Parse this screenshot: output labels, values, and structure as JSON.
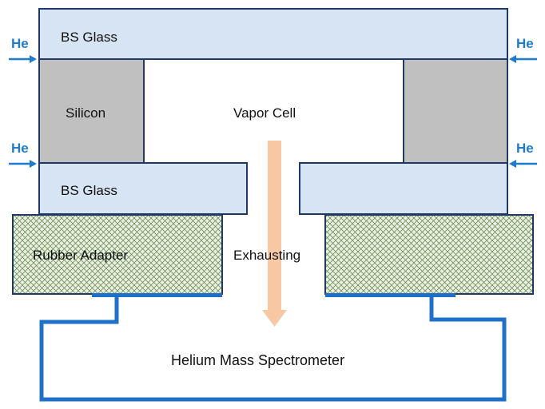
{
  "labels": {
    "top_glass": "BS Glass",
    "silicon": "Silicon",
    "vapor_cell": "Vapor Cell",
    "bottom_glass": "BS Glass",
    "rubber_adapter": "Rubber Adapter",
    "exhausting": "Exhausting",
    "spectrometer": "Helium Mass Spectrometer",
    "he_top_left": "He",
    "he_top_right": "He",
    "he_mid_left": "He",
    "he_mid_right": "He"
  },
  "colors": {
    "glass_fill": "#d6e4f3",
    "outline": "#1f3864",
    "silicon_fill": "#c0c0c0",
    "rubber_fill": "#eaf1e2",
    "rubber_hatch": "#6f8f5a",
    "pipe": "#1f70c8",
    "exhaust_arrow": "#f8c8a4",
    "he_arrow": "#1f7bcf"
  }
}
